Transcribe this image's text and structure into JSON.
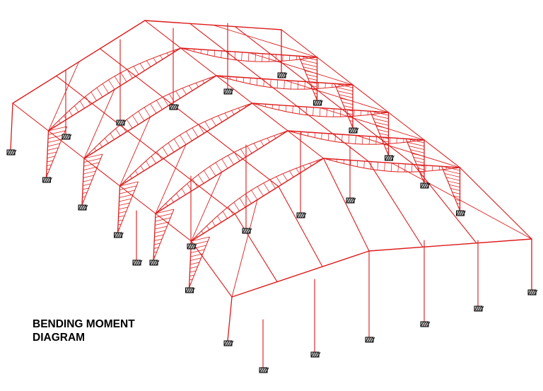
{
  "caption": {
    "line1": "BENDING MOMENT",
    "line2": "DIAGRAM"
  },
  "colors": {
    "member": "#dd1a1a",
    "moment": "#dd1a1a",
    "support": "#000000",
    "support_fill": "#bfbfbf"
  },
  "structure": {
    "type": "isometric steel portal frame shed",
    "frames": 7,
    "bays": 6,
    "view": "3D isometric"
  }
}
